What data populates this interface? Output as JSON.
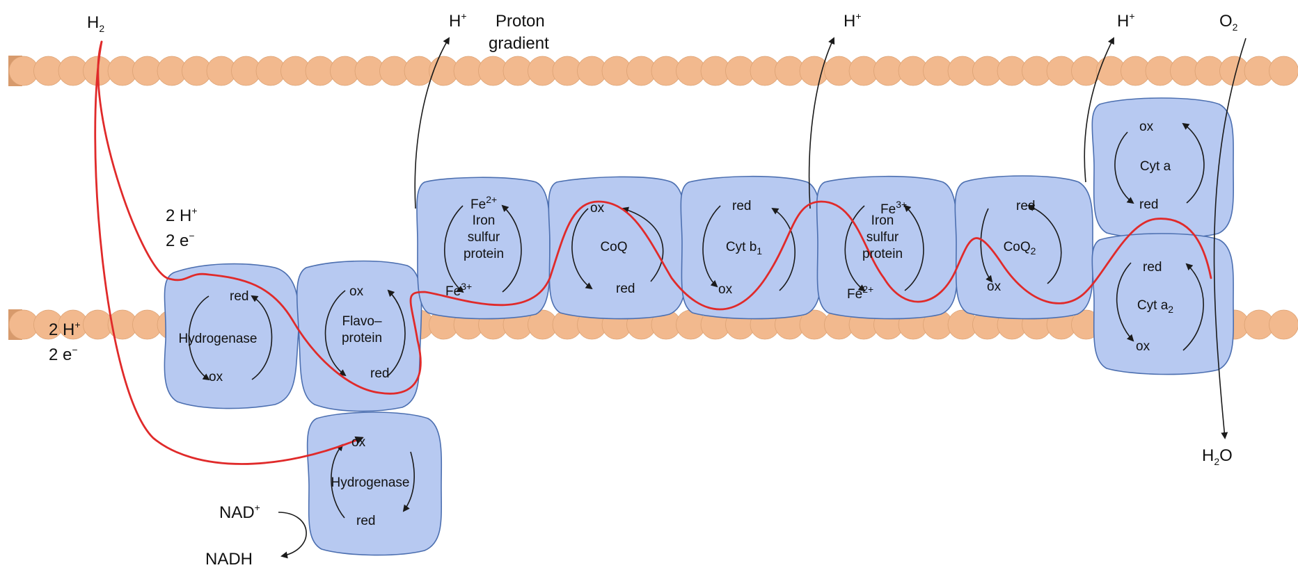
{
  "labels": {
    "h2": "H2",
    "h_plus": "H+",
    "proton_gradient": [
      "Proton",
      "gradient"
    ],
    "o2": "O2",
    "h2o": "H2O",
    "two_h_plus": "2 H+",
    "two_e_minus": "2 e−",
    "nad_plus": "NAD+",
    "nadh": "NADH"
  },
  "proteins": [
    {
      "id": "hydrogenase-membrane",
      "name": [
        "Hydrogenase"
      ],
      "top": "red",
      "bottom": "ox"
    },
    {
      "id": "flavoprotein",
      "name": [
        "Flavo–",
        "protein"
      ],
      "top": "ox",
      "bottom": "red"
    },
    {
      "id": "iron-sulfur-1",
      "name": [
        "Iron",
        "sulfur",
        "protein"
      ],
      "top": "Fe2+",
      "bottom": "Fe3+"
    },
    {
      "id": "coq",
      "name": [
        "CoQ"
      ],
      "top": "ox",
      "bottom": "red"
    },
    {
      "id": "cyt-b1",
      "name": [
        "Cyt b1"
      ],
      "top": "red",
      "bottom": "ox"
    },
    {
      "id": "iron-sulfur-2",
      "name": [
        "Iron",
        "sulfur",
        "protein"
      ],
      "top": "Fe3+",
      "bottom": "Fe2+"
    },
    {
      "id": "coq2",
      "name": [
        "CoQ2"
      ],
      "top": "red",
      "bottom": "ox"
    },
    {
      "id": "cyt-a",
      "name": [
        "Cyt a"
      ],
      "top": "ox",
      "bottom": "red"
    },
    {
      "id": "cyt-a2",
      "name": [
        "Cyt a2"
      ],
      "top": "red",
      "bottom": "ox"
    },
    {
      "id": "hydrogenase-soluble",
      "name": [
        "Hydrogenase"
      ],
      "top": "ox",
      "bottom": "red"
    }
  ],
  "colors": {
    "membrane": "#f2b98e",
    "protein_fill": "#b7c9f1",
    "protein_stroke": "#4c6fb0",
    "electron_path": "#e02a2a",
    "arrows": "#1a1a1a"
  }
}
